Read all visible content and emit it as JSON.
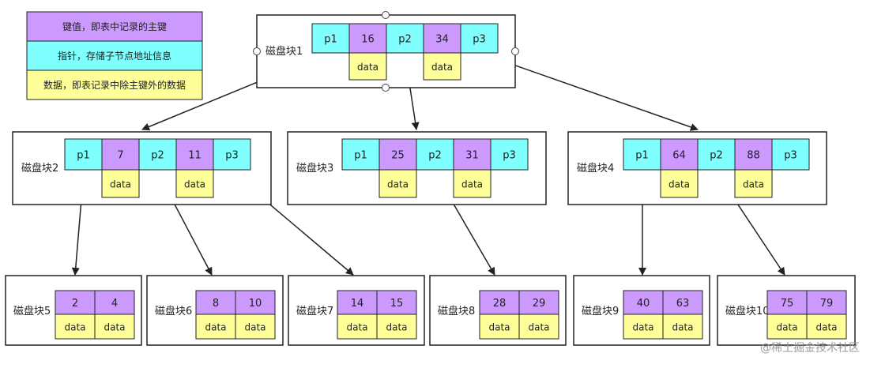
{
  "legend": {
    "key": "键值，即表中记录的主键",
    "pointer": "指针，存储子节点地址信息",
    "data": "数据，即表记录中除主键外的数据"
  },
  "colors": {
    "key": "#cc99ff",
    "pointer": "#80ffff",
    "data": "#ffff99",
    "border": "#222222"
  },
  "blocks": {
    "b1": {
      "label": "磁盘块1",
      "cells": [
        "p1",
        "16",
        "p2",
        "34",
        "p3"
      ],
      "data": [
        "data",
        "data"
      ]
    },
    "b2": {
      "label": "磁盘块2",
      "cells": [
        "p1",
        "7",
        "p2",
        "11",
        "p3"
      ],
      "data": [
        "data",
        "data"
      ]
    },
    "b3": {
      "label": "磁盘块3",
      "cells": [
        "p1",
        "25",
        "p2",
        "31",
        "p3"
      ],
      "data": [
        "data",
        "data"
      ]
    },
    "b4": {
      "label": "磁盘块4",
      "cells": [
        "p1",
        "64",
        "p2",
        "88",
        "p3"
      ],
      "data": [
        "data",
        "data"
      ]
    },
    "b5": {
      "label": "磁盘块5",
      "cells": [
        "2",
        "4"
      ],
      "data": [
        "data",
        "data"
      ]
    },
    "b6": {
      "label": "磁盘块6",
      "cells": [
        "8",
        "10"
      ],
      "data": [
        "data",
        "data"
      ]
    },
    "b7": {
      "label": "磁盘块7",
      "cells": [
        "14",
        "15"
      ],
      "data": [
        "data",
        "data"
      ]
    },
    "b8": {
      "label": "磁盘块8",
      "cells": [
        "28",
        "29"
      ],
      "data": [
        "data",
        "data"
      ]
    },
    "b9": {
      "label": "磁盘块9",
      "cells": [
        "40",
        "63"
      ],
      "data": [
        "data",
        "data"
      ]
    },
    "b10": {
      "label": "磁盘块10",
      "cells": [
        "75",
        "79"
      ],
      "data": [
        "data",
        "data"
      ]
    }
  },
  "watermark": "@稀土掘金技术社区"
}
